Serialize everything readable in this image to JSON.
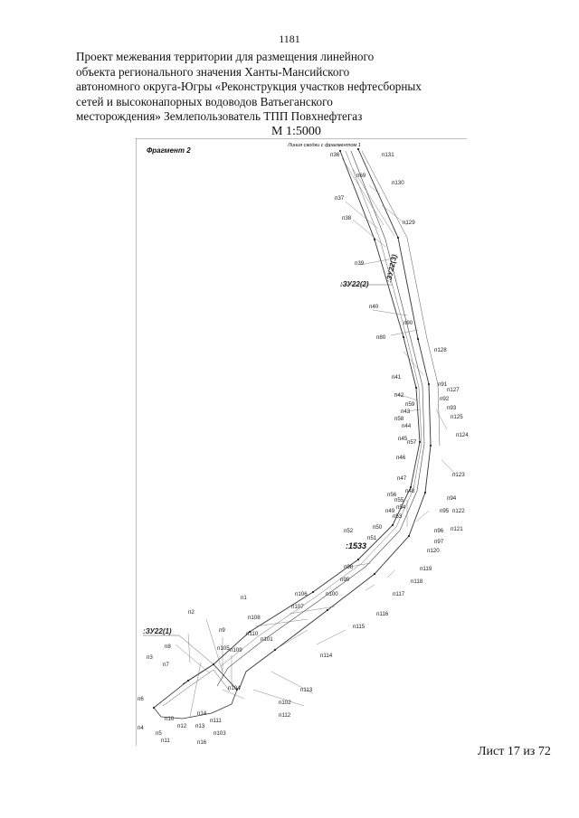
{
  "page_number": "1181",
  "title_lines": [
    "Проект межевания территории для размещения линейного",
    "объекта регионального значения Ханты-Мансийского",
    "автономного округа-Югры «Реконструкция участков нефтесборных",
    "сетей и высоконапорных водоводов Ватьеганского",
    "месторождения» Землепользователь ТПП Повхнефтегаз"
  ],
  "scale": "М 1:5000",
  "sheet": "Лист 17 из 72",
  "map": {
    "fragment_title": "Фрагмент 2",
    "match_line": "Линия сводки с фрагментом 1",
    "zone_labels": [
      ":ЗУ22(2)",
      ":ЗУ22(1)",
      ":ЗУ22(3)"
    ],
    "parcel_label": ":1533",
    "points": [
      "п131",
      "п36",
      "п69",
      "п130",
      "п37",
      "п129",
      "п38",
      "п39",
      "п40",
      "п90",
      "п80",
      "п128",
      "п41",
      "п91",
      "п127",
      "п42",
      "п92",
      "п59",
      "п43",
      "п93",
      "п58",
      "п125",
      "п44",
      "п45",
      "п57",
      "п124",
      "п46",
      "п123",
      "п47",
      "п48",
      "п56",
      "п94",
      "п55",
      "п54",
      "п122",
      "п95",
      "п49",
      "п53",
      "п50",
      "п121",
      "п96",
      "п51",
      "п97",
      "п52",
      "п120",
      "п119",
      "п98",
      "п118",
      "п99",
      "п117",
      "п106",
      "п100",
      "п1",
      "п107",
      "п108",
      "п116",
      "п2",
      "п115",
      "п9",
      "п110",
      "п101",
      "п8",
      "п105",
      "п109",
      "п114",
      "п3",
      "п7",
      "п104",
      "п113",
      "п102",
      "п6",
      "п14",
      "п112",
      "п10",
      "п111",
      "п4",
      "п5",
      "п12",
      "п13",
      "п103",
      "п11",
      "п16"
    ]
  }
}
